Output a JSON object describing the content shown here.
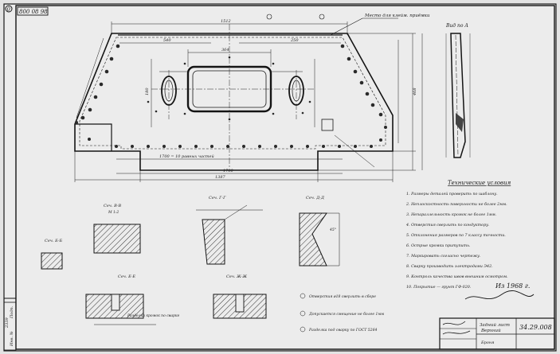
{
  "sheet": {
    "corner_mark": "0",
    "stamp_text": "800 08 98",
    "top_note": "Место для клейм. приёмки",
    "top_right_label": "Вид по А",
    "dims": {
      "overall_top": "1512",
      "overall_bottom": "1700",
      "hole_pitch": "1700 = 10 равных частей",
      "inner_length": "1387",
      "left_part": "540",
      "right_part": "250",
      "height": "468",
      "window_width": "364",
      "window_height": "180"
    },
    "section_labels": {
      "s1": "Сеч. Б-Б",
      "s2": "Сеч. В-В",
      "s3": "Сеч. Г-Г",
      "s4": "Сеч. Д-Д",
      "s5": "Сеч. Е-Е",
      "s6": "Сеч. Ж-Ж",
      "scale": "М 1:2",
      "angle": "45°"
    },
    "weld_note": "Разделка кромок по сварке",
    "tech_title": "Технические условия",
    "tech_lines": [
      "1. Размеры деталей проверить по шаблону.",
      "2. Неплоскостность поверхности не более 2мм.",
      "3. Непараллельность кромок не более 1мм.",
      "4. Отверстия сверлить по кондуктору.",
      "5. Отклонения размеров по 7 классу точности.",
      "6. Острые кромки притупить.",
      "7. Маркировать согласно чертежу.",
      "8. Сварку производить электродами Э42.",
      "9. Контроль качества швов внешним осмотром.",
      "10. Покрытие — грунт ГФ-020."
    ],
    "bottom_notes": [
      "Отверстия ø18 сверлить в сборе",
      "Допускается смещение не более 1мм",
      "Разделка под сварку по ГОСТ 5264"
    ],
    "signature_date": "Из 1968 г.",
    "title_block": {
      "doc_no": "34.29.008",
      "name": "Задний лист",
      "part": "Верхний",
      "material": "Броня"
    },
    "left_margin": {
      "label1": "Инв. №",
      "label2": "Подп.",
      "number": "2339"
    }
  }
}
